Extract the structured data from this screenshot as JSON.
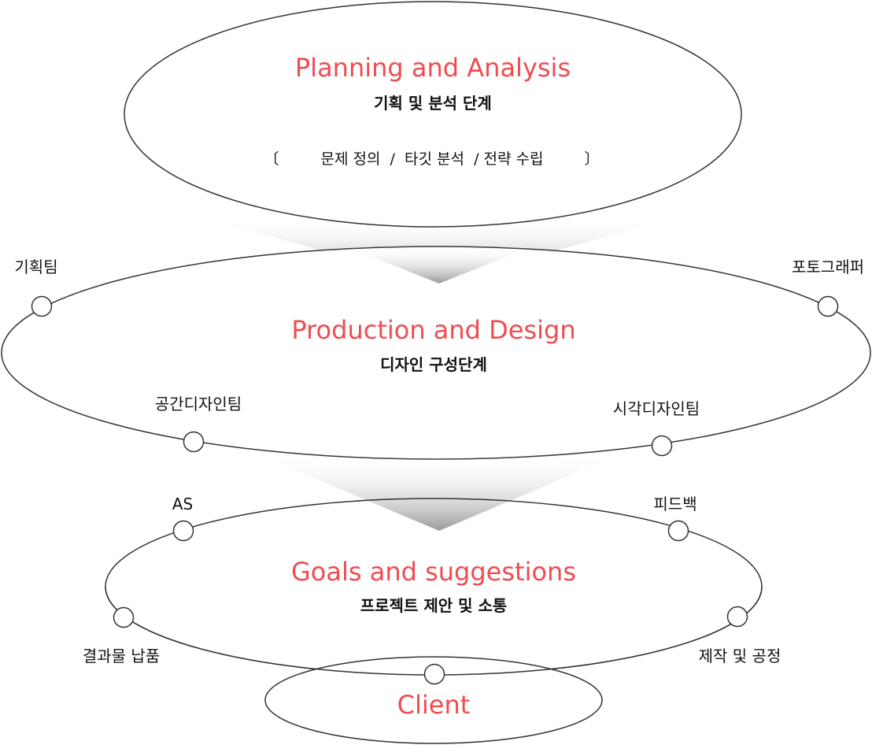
{
  "colors": {
    "accent": "#ef4c51",
    "stroke": "#333333",
    "text": "#111111"
  },
  "planning": {
    "title": "Planning and Analysis",
    "subtitle": "기획 및 분석 단계",
    "bracket_left": "〔",
    "tasks": "문제 정의  /  타깃 분석  / 전략 수립",
    "bracket_right": "〕"
  },
  "production": {
    "title": "Production and Design",
    "subtitle": "디자인 구성단계",
    "nodes": {
      "planning_team": "기획팀",
      "photographer": "포토그래퍼",
      "space_design_team": "공간디자인팀",
      "visual_design_team": "시각디자인팀"
    }
  },
  "goals": {
    "title": "Goals and suggestions",
    "subtitle": "프로젝트 제안 및 소통",
    "nodes": {
      "as": "AS",
      "feedback": "피드백",
      "delivery": "결과물 납품",
      "production_process": "제작 및 공정"
    }
  },
  "client": {
    "title": "Client"
  }
}
